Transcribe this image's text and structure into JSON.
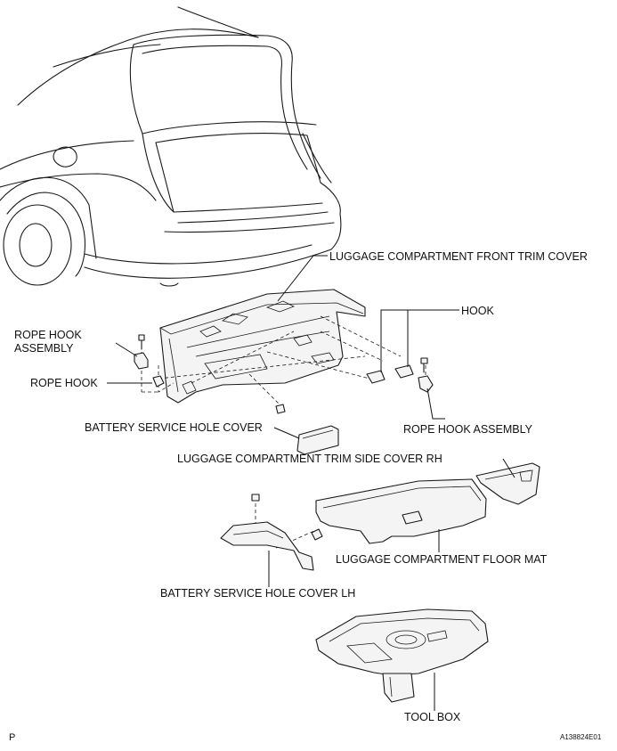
{
  "labels": {
    "front_trim_cover": "LUGGAGE COMPARTMENT FRONT TRIM COVER",
    "hook": "HOOK",
    "rope_hook_assembly_left_line1": "ROPE HOOK",
    "rope_hook_assembly_left_line2": "ASSEMBLY",
    "rope_hook": "ROPE HOOK",
    "rope_hook_assembly_right": "ROPE HOOK ASSEMBLY",
    "battery_service_hole_cover": "BATTERY SERVICE HOLE COVER",
    "trim_side_cover_rh": "LUGGAGE COMPARTMENT TRIM SIDE COVER RH",
    "floor_mat": "LUGGAGE COMPARTMENT FLOOR MAT",
    "battery_service_hole_cover_lh": "BATTERY SERVICE HOLE COVER LH",
    "tool_box": "TOOL BOX"
  },
  "corner": {
    "page_mark": "P",
    "figure_id": "A138824E01"
  }
}
